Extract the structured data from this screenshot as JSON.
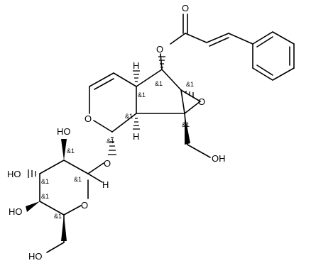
{
  "atoms": {
    "o_carbonyl": "O",
    "o_ester": "O",
    "o_ring": "O",
    "o_epoxide": "O",
    "oh_ch2": "OH",
    "o_glycoside": "O",
    "oh_2": "HO",
    "oh_3": "HO",
    "oh_4": "HO",
    "o_sugar_ring": "O",
    "oh_6": "HO",
    "h_c9": "H",
    "h_c5": "H",
    "h_c1p": "H"
  },
  "stereo_tag": "&1"
}
